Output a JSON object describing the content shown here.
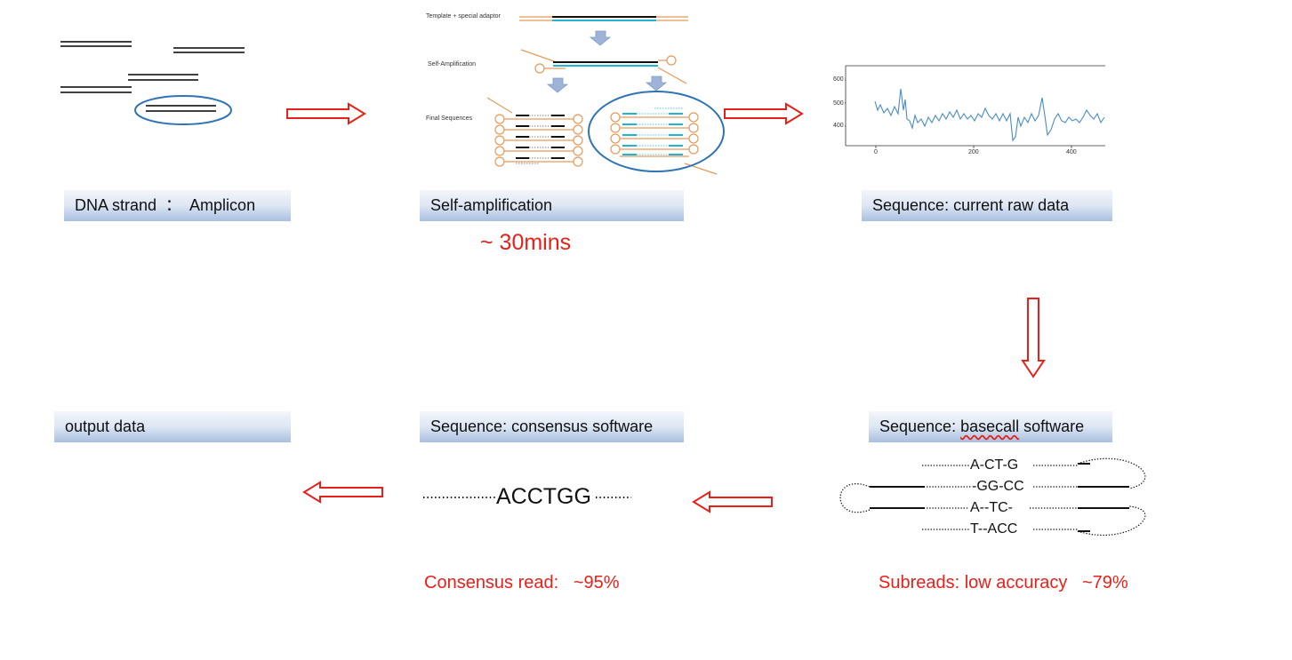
{
  "stage1": {
    "label": "DNA strand  ：  Amplicon"
  },
  "stage2": {
    "label": "Self-amplification",
    "time": "~ 30mins",
    "figure": {
      "row1": "Template + special adaptor",
      "row2": "Self-Amplification",
      "row3": "Final Sequences"
    }
  },
  "stage3": {
    "label": "Sequence: current raw data",
    "chart": {
      "y_ticks": [
        "600",
        "500",
        "400"
      ],
      "x_ticks": [
        "0",
        "200",
        "400"
      ]
    }
  },
  "stage4": {
    "label_prefix": "Sequence: ",
    "label_keyword": "basecall",
    "label_suffix": " software",
    "subreads": [
      "A-CT-G",
      "-GG-CC",
      "A--TC-",
      "T--ACC"
    ],
    "accuracy_note": "Subreads: low accuracy   ~79%"
  },
  "stage5": {
    "label": "Sequence: consensus software",
    "consensus_read": "ACCTGG",
    "accuracy_note": "Consensus read:   ~95%"
  },
  "stage6": {
    "label": "output data"
  },
  "colors": {
    "arrow": "#e8201a",
    "ellipse": "#2e74b5",
    "signal": "#4a8cc4",
    "adaptor": "#e59a5a",
    "cyan_strand": "#1fb6d5"
  }
}
